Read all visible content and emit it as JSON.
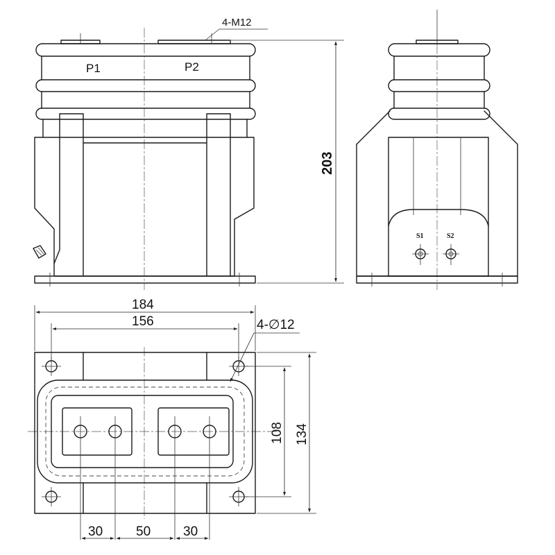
{
  "front_view": {
    "terminal_label_1": "P1",
    "terminal_label_2": "P2",
    "thread_callout": "4-M12",
    "height_dim": "203"
  },
  "side_view": {
    "secondary_label_1": "S1",
    "secondary_label_2": "S2"
  },
  "plan_view": {
    "overall_width_dim": "184",
    "hole_spacing_dim": "156",
    "hole_callout": "4-∅12",
    "hole_pitch_height_dim": "108",
    "overall_height_dim": "134",
    "bottom_dim_left": "30",
    "bottom_dim_middle": "50",
    "bottom_dim_right": "30"
  }
}
